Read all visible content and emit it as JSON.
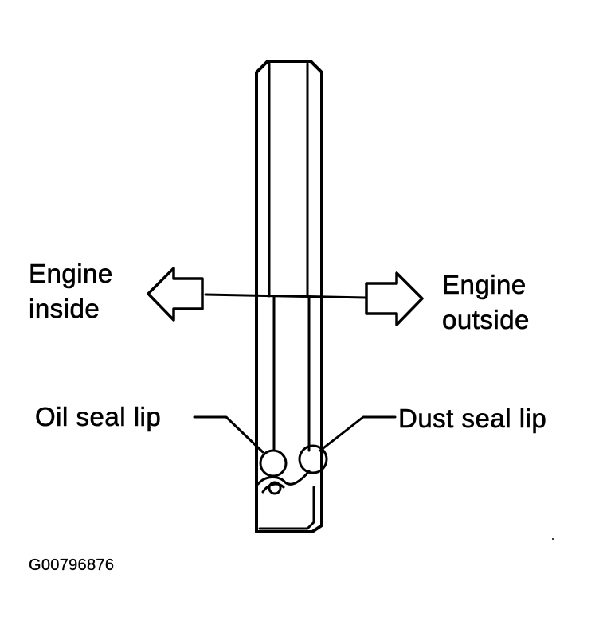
{
  "labels": {
    "engine_inside_line1": "Engine",
    "engine_inside_line2": "inside",
    "engine_outside_line1": "Engine",
    "engine_outside_line2": "outside",
    "oil_seal_lip": "Oil seal lip",
    "dust_seal_lip": "Dust seal lip",
    "figure_code": "G00796876"
  },
  "colors": {
    "ink": "#000000",
    "paper": "#ffffff"
  },
  "icons": {
    "left_arrow": "hollow-arrow-left-icon",
    "right_arrow": "hollow-arrow-right-icon"
  }
}
